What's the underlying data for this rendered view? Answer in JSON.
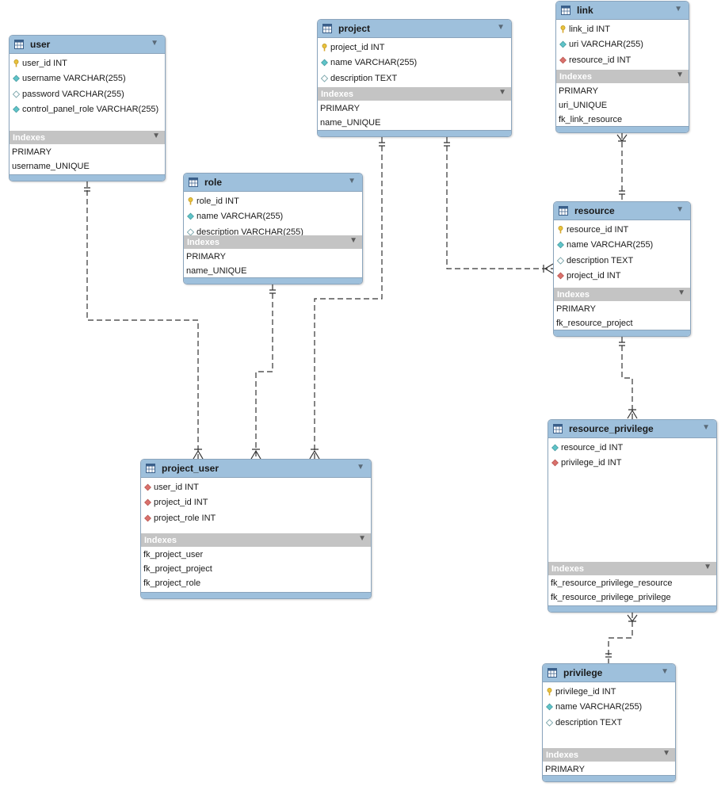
{
  "colors": {
    "header": "#9ec0dc",
    "index_bar": "#c4c4c4",
    "pk": "#e8c23c",
    "fk": "#d9716c",
    "attr_nn": "#5fc3c8",
    "attr": "#ffffff"
  },
  "icons": {
    "table": "table-icon",
    "pk": "primary-key-icon",
    "fk": "foreign-key-icon",
    "attr_nn": "not-null-attribute-icon",
    "attr": "nullable-attribute-icon",
    "collapse": "collapse-triangle-icon"
  },
  "labels": {
    "indexes": "Indexes"
  },
  "tables": [
    {
      "name": "user",
      "columns": [
        {
          "text": "user_id INT",
          "kind": "pk"
        },
        {
          "text": "username VARCHAR(255)",
          "kind": "nn"
        },
        {
          "text": "password VARCHAR(255)",
          "kind": "attr"
        },
        {
          "text": "control_panel_role VARCHAR(255)",
          "kind": "nn"
        }
      ],
      "indexes": [
        "PRIMARY",
        "username_UNIQUE"
      ]
    },
    {
      "name": "role",
      "columns": [
        {
          "text": "role_id INT",
          "kind": "pk"
        },
        {
          "text": "name VARCHAR(255)",
          "kind": "nn"
        },
        {
          "text": "description VARCHAR(255)",
          "kind": "attr"
        }
      ],
      "indexes": [
        "PRIMARY",
        "name_UNIQUE"
      ]
    },
    {
      "name": "project",
      "columns": [
        {
          "text": "project_id INT",
          "kind": "pk"
        },
        {
          "text": "name VARCHAR(255)",
          "kind": "nn"
        },
        {
          "text": "description TEXT",
          "kind": "attr"
        }
      ],
      "indexes": [
        "PRIMARY",
        "name_UNIQUE"
      ]
    },
    {
      "name": "link",
      "columns": [
        {
          "text": "link_id INT",
          "kind": "pk"
        },
        {
          "text": "uri VARCHAR(255)",
          "kind": "nn"
        },
        {
          "text": "resource_id INT",
          "kind": "fk"
        }
      ],
      "indexes": [
        "PRIMARY",
        "uri_UNIQUE",
        "fk_link_resource"
      ]
    },
    {
      "name": "resource",
      "columns": [
        {
          "text": "resource_id INT",
          "kind": "pk"
        },
        {
          "text": "name VARCHAR(255)",
          "kind": "nn"
        },
        {
          "text": "description TEXT",
          "kind": "attr"
        },
        {
          "text": "project_id INT",
          "kind": "fk"
        }
      ],
      "indexes": [
        "PRIMARY",
        "fk_resource_project"
      ]
    },
    {
      "name": "project_user",
      "columns": [
        {
          "text": "user_id INT",
          "kind": "fk"
        },
        {
          "text": "project_id INT",
          "kind": "fk"
        },
        {
          "text": "project_role INT",
          "kind": "fk"
        }
      ],
      "indexes": [
        "fk_project_user",
        "fk_project_project",
        "fk_project_role"
      ]
    },
    {
      "name": "resource_privilege",
      "columns": [
        {
          "text": "resource_id INT",
          "kind": "nn"
        },
        {
          "text": "privilege_id INT",
          "kind": "fk"
        }
      ],
      "indexes": [
        "fk_resource_privilege_resource",
        "fk_resource_privilege_privilege"
      ]
    },
    {
      "name": "privilege",
      "columns": [
        {
          "text": "privilege_id INT",
          "kind": "pk"
        },
        {
          "text": "name VARCHAR(255)",
          "kind": "nn"
        },
        {
          "text": "description TEXT",
          "kind": "attr"
        }
      ],
      "indexes": [
        "PRIMARY"
      ]
    }
  ],
  "relationships": [
    {
      "from": "user",
      "to": "project_user",
      "cardinality": "one-to-many"
    },
    {
      "from": "role",
      "to": "project_user",
      "cardinality": "one-to-many"
    },
    {
      "from": "project",
      "to": "project_user",
      "cardinality": "one-to-many"
    },
    {
      "from": "project",
      "to": "resource",
      "cardinality": "one-to-many"
    },
    {
      "from": "resource",
      "to": "link",
      "cardinality": "one-to-many"
    },
    {
      "from": "resource",
      "to": "resource_privilege",
      "cardinality": "one-to-many"
    },
    {
      "from": "privilege",
      "to": "resource_privilege",
      "cardinality": "one-to-many"
    }
  ]
}
